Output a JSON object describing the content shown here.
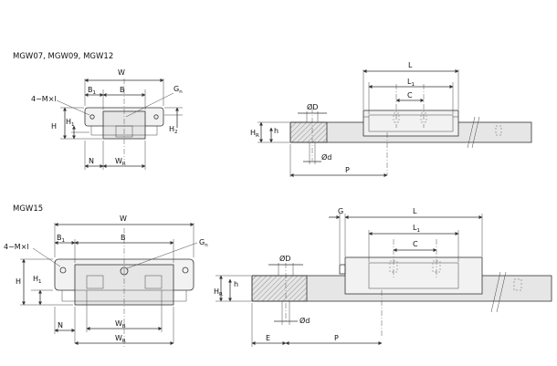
{
  "sections": [
    {
      "title": "MGW07, MGW09, MGW12",
      "front": {
        "W": "W",
        "B1": "B",
        "B1s": "1",
        "B": "B",
        "Gn": "G",
        "Gns": "n",
        "M": "4−M×l",
        "H": "H",
        "H1": "H",
        "H1s": "1",
        "H2": "H",
        "H2s": "2",
        "N": "N",
        "WR": "W",
        "WRs": "R"
      },
      "side": {
        "L": "L",
        "L1": "L",
        "L1s": "1",
        "C": "C",
        "HR": "H",
        "HRs": "R",
        "h": "h",
        "D": "ØD",
        "d": "Ød",
        "P": "P"
      }
    },
    {
      "title": "MGW15",
      "front": {
        "W": "W",
        "B1": "B",
        "B1s": "1",
        "B": "B",
        "Gn": "G",
        "Gns": "n",
        "M": "4−M×l",
        "H": "H",
        "H1": "H",
        "H1s": "1",
        "N": "N",
        "WB": "W",
        "WBs": "B",
        "WR": "W",
        "WRs": "R"
      },
      "side": {
        "G": "G",
        "L": "L",
        "L1": "L",
        "L1s": "1",
        "C": "C",
        "HR": "H",
        "HRs": "R",
        "h": "h",
        "D": "ØD",
        "d": "Ød",
        "E": "E",
        "P": "P"
      }
    }
  ],
  "colors": {
    "line": "#333333",
    "fill_block": "#f2f2f2",
    "fill_rail": "#e6e6e6",
    "hatch": "#555555"
  }
}
